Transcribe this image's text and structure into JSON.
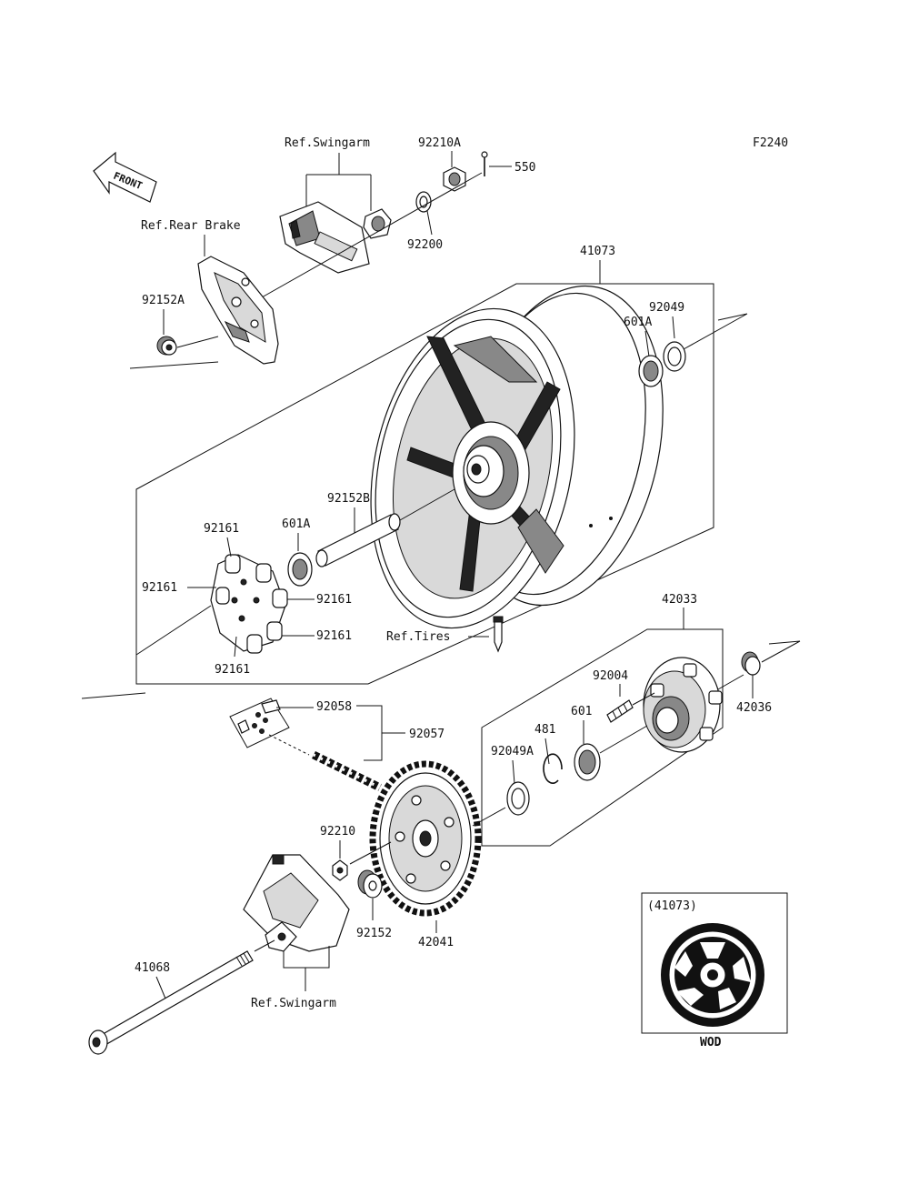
{
  "diagram": {
    "code": "F2240",
    "front_label": "FRONT",
    "callouts": {
      "ref_swingarm_top": "Ref.Swingarm",
      "ref_rear_brake": "Ref.Rear Brake",
      "ref_tires": "Ref.Tires",
      "ref_swingarm_bottom": "Ref.Swingarm",
      "p92210A": "92210A",
      "p550": "550",
      "p92200": "92200",
      "p41073": "41073",
      "p92152A": "92152A",
      "p92049": "92049",
      "p601A_right": "601A",
      "p92152B": "92152B",
      "p601A_left": "601A",
      "p92161_a": "92161",
      "p92161_b": "92161",
      "p92161_c": "92161",
      "p92161_d": "92161",
      "p92161_e": "92161",
      "p42033": "42033",
      "p92004": "92004",
      "p42036": "42036",
      "p481": "481",
      "p601": "601",
      "p92049A": "92049A",
      "p92058": "92058",
      "p92057": "92057",
      "p92210": "92210",
      "p92152": "92152",
      "p42041": "42041",
      "p41068": "41068"
    },
    "inset": {
      "title": "(41073)",
      "caption": "WOD"
    }
  }
}
